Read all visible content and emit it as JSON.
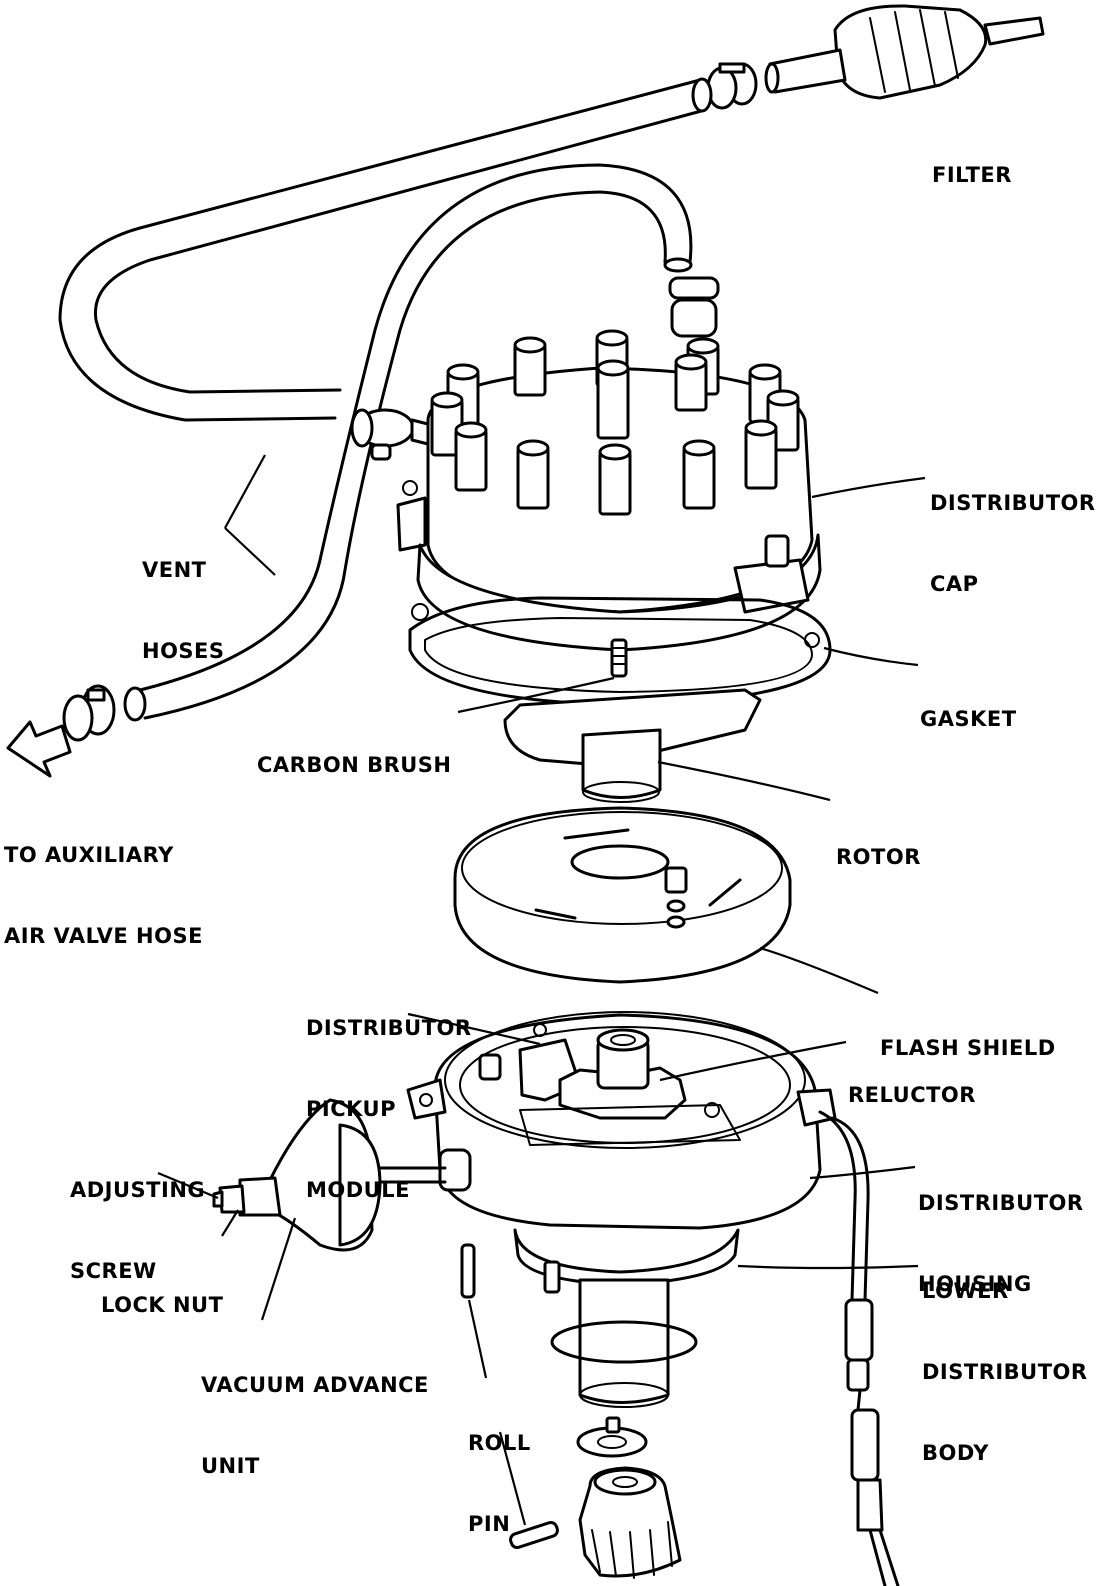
{
  "labels": {
    "filter": "FILTER",
    "distributor_cap_1": "DISTRIBUTOR",
    "distributor_cap_2": "CAP",
    "vent_hoses_1": "VENT",
    "vent_hoses_2": "HOSES",
    "gasket": "GASKET",
    "carbon_brush": "CARBON BRUSH",
    "to_aux_1": "TO AUXILIARY",
    "to_aux_2": "AIR VALVE HOSE",
    "rotor": "ROTOR",
    "flash_shield": "FLASH SHIELD",
    "pickup_1": "DISTRIBUTOR",
    "pickup_2": "PICKUP",
    "pickup_3": "MODULE",
    "reluctor": "RELUCTOR",
    "adjusting_1": "ADJUSTING",
    "adjusting_2": "SCREW",
    "housing_1": "DISTRIBUTOR",
    "housing_2": "HOUSING",
    "lock_nut": "LOCK NUT",
    "lower_1": "LOWER",
    "lower_2": "DISTRIBUTOR",
    "lower_3": "BODY",
    "vacuum_1": "VACUUM ADVANCE",
    "vacuum_2": "UNIT",
    "roll_pin_1": "ROLL",
    "roll_pin_2": "PIN"
  }
}
